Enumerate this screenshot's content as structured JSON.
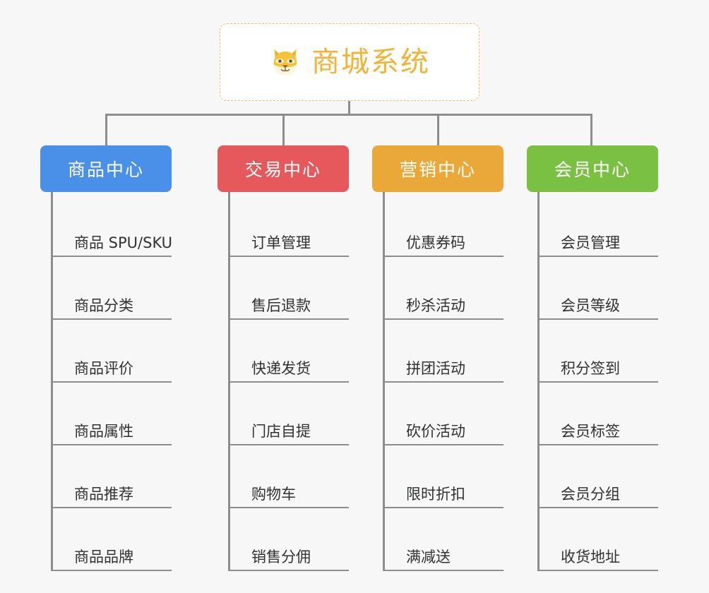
{
  "page": {
    "background": "#f7f7f7",
    "connector_color": "#8d8d8d"
  },
  "root": {
    "title": "商城系统",
    "icon": "shiba-dog-icon",
    "border_color": "#f0c060",
    "title_color": "#f5b335",
    "background": "#ffffff"
  },
  "columns": [
    {
      "label": "商品中心",
      "color": "#4a90e8",
      "items": [
        "商品 SPU/SKU",
        "商品分类",
        "商品评价",
        "商品属性",
        "商品推荐",
        "商品品牌"
      ]
    },
    {
      "label": "交易中心",
      "color": "#e5595c",
      "items": [
        "订单管理",
        "售后退款",
        "快递发货",
        "门店自提",
        "购物车",
        "销售分佣"
      ]
    },
    {
      "label": "营销中心",
      "color": "#eaa838",
      "items": [
        "优惠券码",
        "秒杀活动",
        "拼团活动",
        "砍价活动",
        "限时折扣",
        "满减送"
      ]
    },
    {
      "label": "会员中心",
      "color": "#7ac143",
      "items": [
        "会员管理",
        "会员等级",
        "积分签到",
        "会员标签",
        "会员分组",
        "收货地址"
      ]
    }
  ]
}
